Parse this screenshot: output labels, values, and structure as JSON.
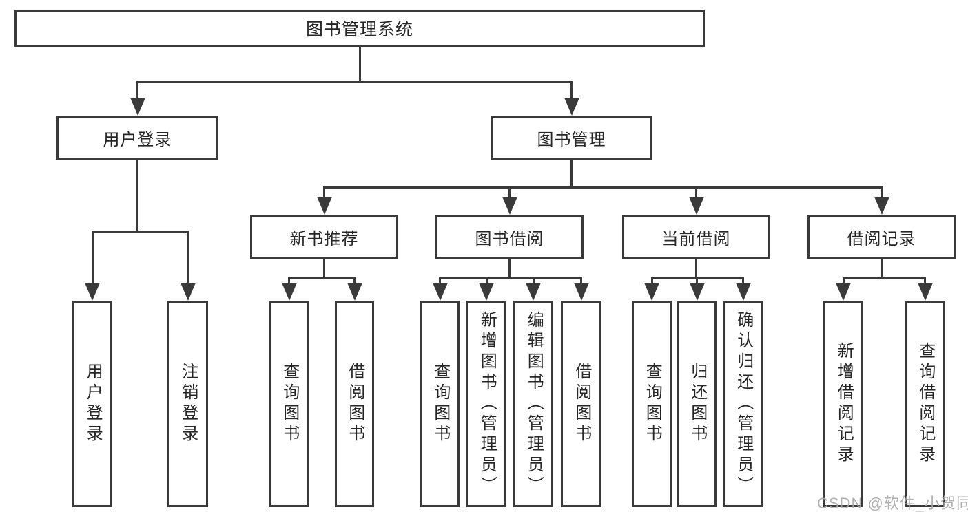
{
  "diagram": {
    "root": {
      "label": "图书管理系统"
    },
    "branches": [
      {
        "label": "用户登录",
        "leaves": [
          "用户登录",
          "注销登录"
        ]
      },
      {
        "label": "图书管理",
        "children": [
          {
            "label": "新书推荐",
            "leaves": [
              "查询图书",
              "借阅图书"
            ]
          },
          {
            "label": "图书借阅",
            "leaves": [
              "查询图书",
              "新增图书（管理员）",
              "编辑图书（管理员）",
              "借阅图书"
            ]
          },
          {
            "label": "当前借阅",
            "leaves": [
              "查询图书",
              "归还图书",
              "确认归还（管理员）"
            ]
          },
          {
            "label": "借阅记录",
            "leaves": [
              "新增借阅记录",
              "查询借阅记录"
            ]
          }
        ]
      }
    ]
  },
  "watermark": {
    "text": "CSDN @软件_小贺同学"
  },
  "colors": {
    "line": "#3a3a3a",
    "border": "#3a3a3a",
    "text": "#262626",
    "background": "#ffffff",
    "watermark": "#a8a8a8"
  }
}
